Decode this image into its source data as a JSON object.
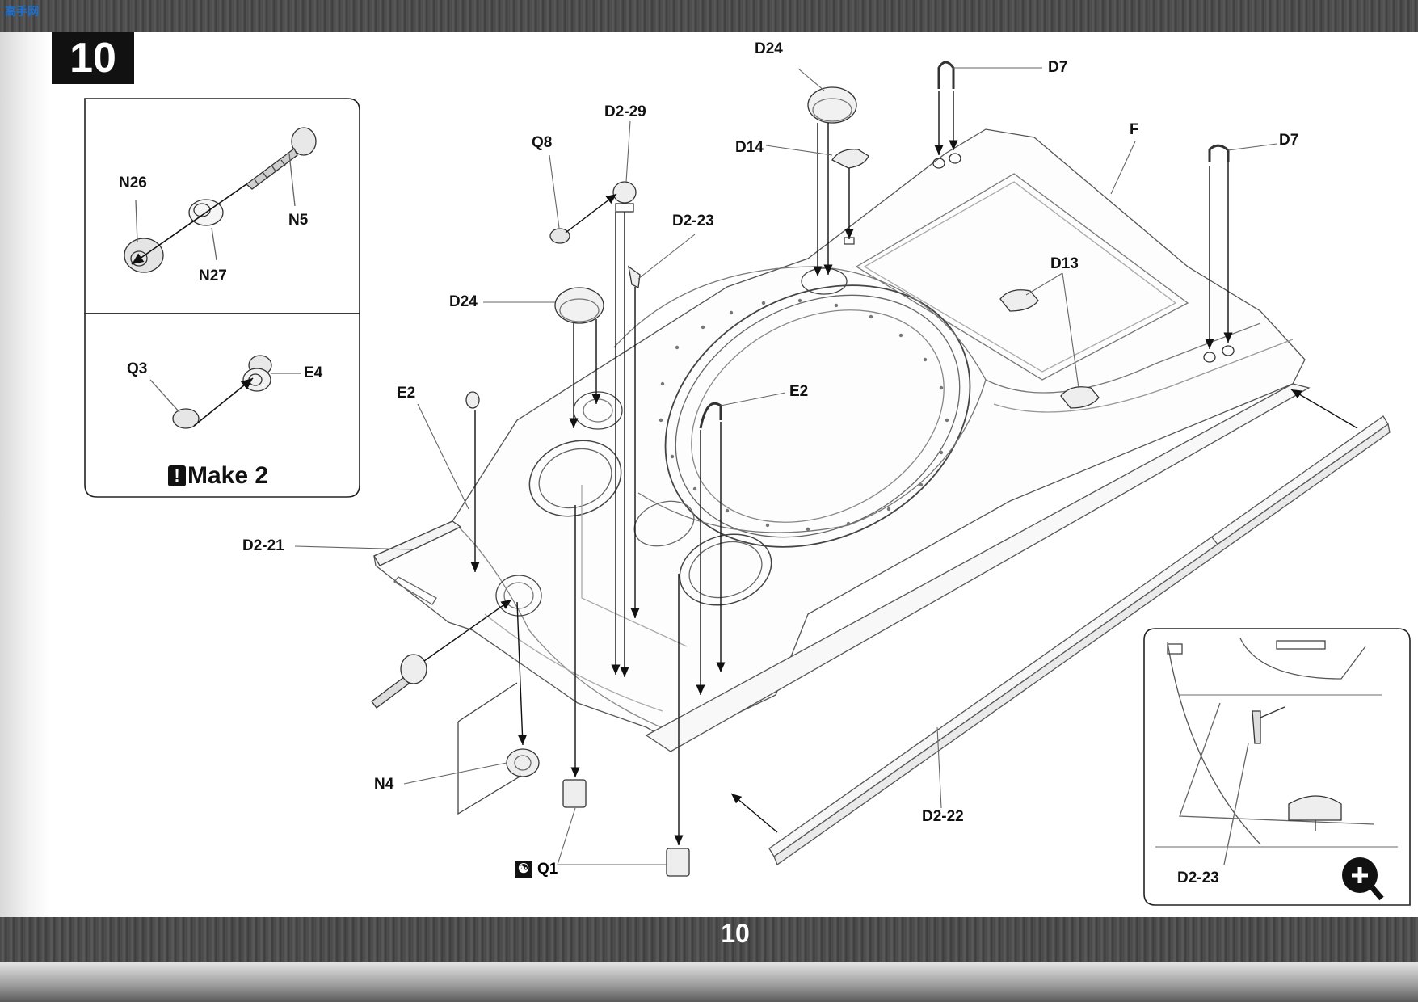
{
  "watermark": "高手网",
  "step_number": "10",
  "page_number": "10",
  "inset_top": {
    "labels": {
      "n26": "N26",
      "n5": "N5",
      "n27": "N27"
    }
  },
  "inset_bottom": {
    "labels": {
      "q3": "Q3",
      "e4": "E4"
    },
    "make_text": "Make 2"
  },
  "detail_inset": {
    "label": "D2-23",
    "zoom_icon": "zoom-in-icon"
  },
  "callouts": {
    "d24_top": "D24",
    "d7_left": "D7",
    "d7_right": "D7",
    "d2_29": "D2-29",
    "q8": "Q8",
    "d14": "D14",
    "f": "F",
    "d2_23": "D2-23",
    "d13": "D13",
    "d24_mid": "D24",
    "e2_left": "E2",
    "e2_right": "E2",
    "d2_21": "D2-21",
    "n4": "N4",
    "q1": "Q1",
    "d2_22": "D2-22"
  },
  "colors": {
    "band": "#4a4a4a",
    "ink": "#111111",
    "line": "#555555"
  }
}
